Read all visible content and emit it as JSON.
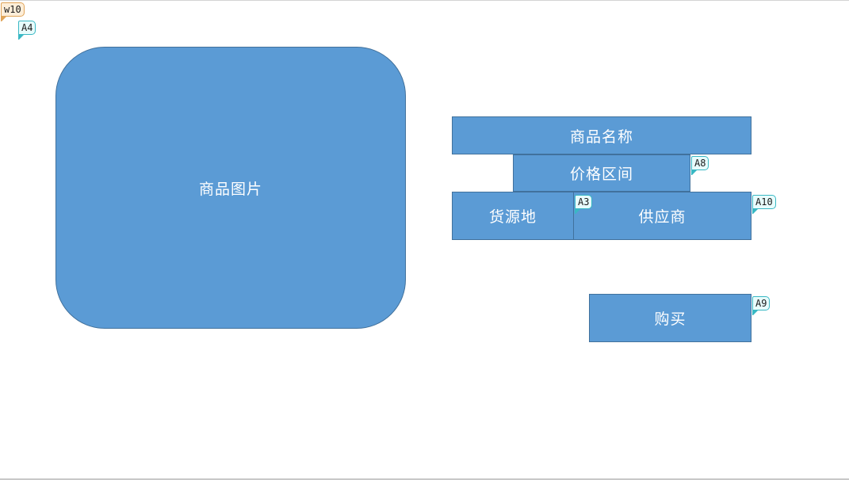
{
  "canvas": {
    "background": "#ffffff"
  },
  "colors": {
    "shape_fill": "#5b9bd5",
    "shape_border": "#41719c",
    "shape_text": "#ffffff",
    "tag_cyan_border": "#39b8c4",
    "tag_cyan_fill": "#e8fcfc",
    "tag_orange_border": "#e0a458",
    "tag_orange_fill": "#fdeed9"
  },
  "tags": {
    "w10": "w10",
    "a4": "A4",
    "a8": "A8",
    "a3": "A3",
    "a10": "A10",
    "a9": "A9"
  },
  "shapes": {
    "product_image": "商品图片",
    "product_name": "商品名称",
    "price_range": "价格区间",
    "origin": "货源地",
    "supplier": "供应商",
    "buy": "购买"
  }
}
